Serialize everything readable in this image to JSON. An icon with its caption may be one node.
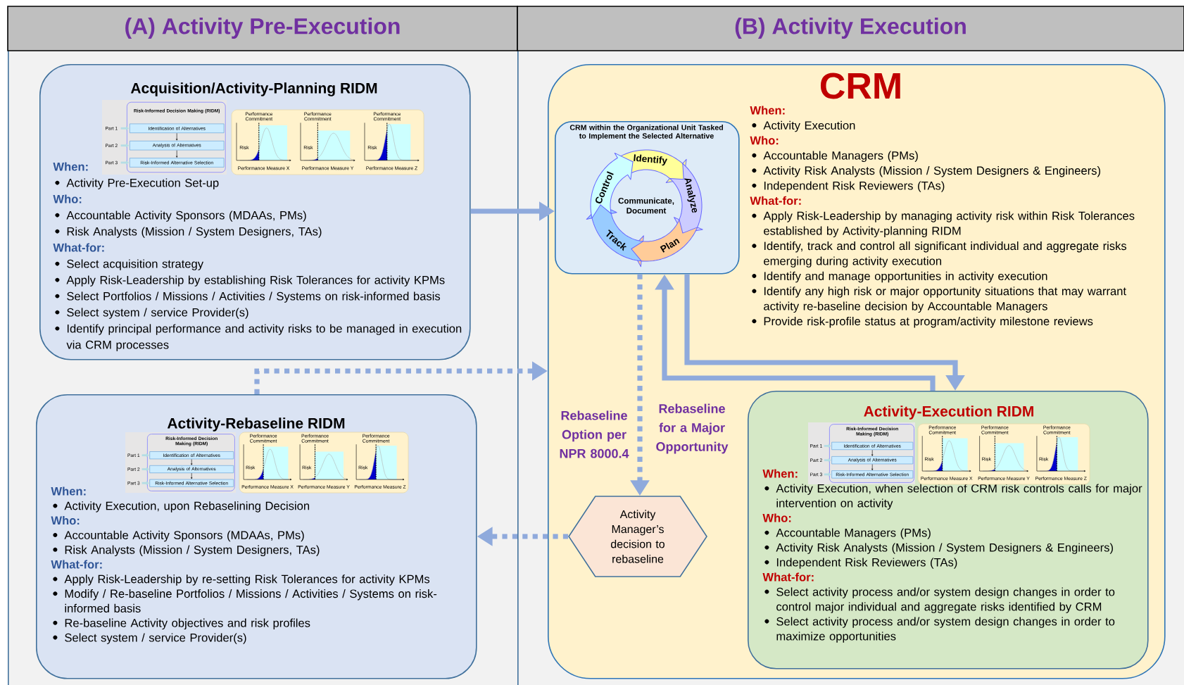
{
  "diagram": {
    "nodes": [
      {
        "text": [
          "(A) Activity Pre-Execution"
        ]
      },
      {
        "text": [
          "(B) Activity Execution"
        ]
      },
      {
        "text": [
          "Acquisition/Activity-Planning RIDM",
          "When:",
          "Activity Pre-Execution Set-up",
          "Who:",
          "Accountable Activity Sponsors (MDAAs, PMs)",
          "Risk Analysts (Mission / System Designers, TAs)",
          "What-for:",
          "Select acquisition strategy",
          "Apply Risk-Leadership by establishing Risk Tolerances for activity KPMs",
          "Select Portfolios / Missions / Activities / Systems on risk-informed basis",
          "Select system / service Provider(s)",
          "Identify principal performance and activity risks to be managed in execution via CRM processes"
        ],
        "in": 0
      },
      {
        "text": [
          "Activity-Rebaseline RIDM",
          "When:",
          "Activity Execution, upon Rebaselining Decision",
          "Who:",
          "Accountable Activity Sponsors (MDAAs, PMs)",
          "Risk Analysts (Mission / System Designers, TAs)",
          "What-for:",
          "Apply Risk-Leadership by re-setting Risk Tolerances for activity KPMs",
          "Modify / Re-baseline Portfolios / Missions / Activities / Systems on risk-informed basis",
          "Re-baseline Activity objectives and risk profiles",
          "Select system / service Provider(s)"
        ],
        "in": 0
      },
      {
        "text": [
          "CRM",
          "When:",
          "Activity Execution",
          "Who:",
          "Accountable Managers (PMs)",
          "Activity Risk Analysts (Mission / System Designers & Engineers)",
          "Independent Risk Reviewers (TAs)",
          "What-for:",
          "Apply Risk-Leadership by managing activity risk within Risk Tolerances established by Activity-planning RIDM",
          "Identify, track and control all significant individual and aggregate risks emerging during activity execution",
          "Identify and manage opportunities in activity execution",
          "Identify any high risk or major opportunity situations that may warrant activity re-baseline decision by Accountable Managers",
          "Provide risk-profile status at program/activity milestone reviews"
        ],
        "in": 1
      },
      {
        "text": [
          "CRM within the Organizational Unit Tasked to Implement the Selected Alternative",
          "Communicate, Document"
        ],
        "in": 4
      },
      {
        "text": [
          "Activity-Execution RIDM",
          "When:",
          "Activity Execution, when selection of CRM risk controls calls for major intervention on activity",
          "Who:",
          "Accountable Managers (PMs)",
          "Activity Risk Analysts (Mission / System Designers & Engineers)",
          "Independent Risk Reviewers (TAs)",
          "What-for:",
          "Select activity process and/or system design changes in order to control major individual and aggregate risks identified by CRM",
          "Select activity process and/or system design changes in order to maximize opportunities"
        ],
        "in": 4
      },
      {
        "text": [
          "Activity Manager’s decision to rebaseline"
        ],
        "in": 4
      },
      {
        "text": [
          "Identify"
        ],
        "in": 5
      },
      {
        "text": [
          "Analyze"
        ],
        "in": 5
      },
      {
        "text": [
          "Plan"
        ],
        "in": 5
      },
      {
        "text": [
          "Track"
        ],
        "in": 5
      },
      {
        "text": [
          "Control"
        ],
        "in": 5
      }
    ],
    "edges": [
      {
        "from": 2,
        "to": 5,
        "arrow": "to"
      },
      {
        "from": 3,
        "to": 4,
        "arrow": "to",
        "style": "dashed"
      },
      {
        "from": 5,
        "to": 7,
        "arrow": "to",
        "style": "dashed"
      },
      {
        "from": 7,
        "to": 3,
        "arrow": "to",
        "style": "dashed"
      },
      {
        "from": 5,
        "to": 6,
        "arrow": "to"
      },
      {
        "from": 6,
        "to": 5,
        "arrow": "to"
      }
    ],
    "labels": [
      "Rebaseline Option per NPR 8000.4",
      "Rebaseline for a Major Opportunity",
      "Risk-Informed Decision Making (RIDM)",
      "Part 1",
      "Identification of Alternatives",
      "Part 2",
      "Analysis of Alternatives",
      "Part 3",
      "Risk-Informed Alternative Selection",
      "Performance Commitment",
      "Risk",
      "Performance Measure X",
      "Performance Commitment",
      "Risk",
      "Performance Measure Y",
      "Performance Commitment",
      "Risk",
      "Performance Measure Z",
      "Risk-Informed Decision Making (RIDM)",
      "Part 1",
      "Identification of Alternatives",
      "Part 2",
      "Analysis of Alternatives",
      "Part 3",
      "Risk-Informed Alternative Selection",
      "Performance Commitment",
      "Risk",
      "Performance Measure X",
      "Performance Commitment",
      "Risk",
      "Performance Measure Y",
      "Performance Commitment",
      "Risk",
      "Performance Measure Z",
      "Risk-Informed Decision Making (RIDM)",
      "Part 1",
      "Identification of Alternatives",
      "Part 2",
      "Analysis of Alternatives",
      "Part 3",
      "Risk-Informed Alternative Selection",
      "Performance Commitment",
      "Risk",
      "Performance Measure X",
      "Performance Commitment",
      "Risk",
      "Performance Measure Y",
      "Performance Commitment",
      "Risk",
      "Performance Measure Z"
    ]
  }
}
